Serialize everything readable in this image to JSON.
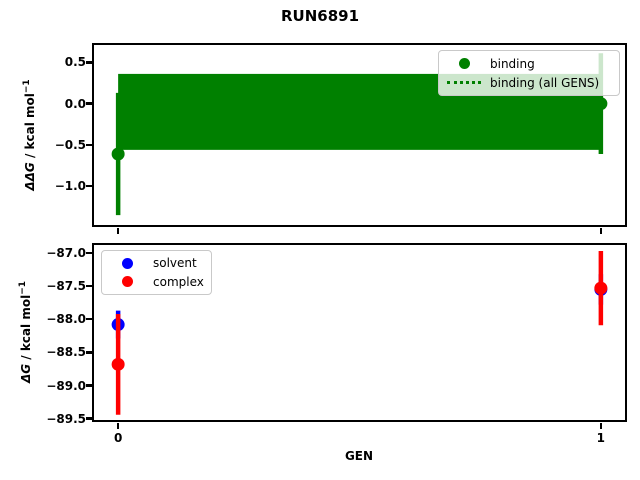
{
  "chart_data": {
    "title": "RUN6891",
    "type": "scatter",
    "subtype": "errorbar",
    "grid": false,
    "charts": [
      {
        "id": "binding-convergence",
        "ylabel": {
          "math": "ΔΔG",
          "rest": " / kcal mol",
          "sup": "−1"
        },
        "xlim": [
          -0.05,
          1.05
        ],
        "ylim": [
          -1.47,
          0.71
        ],
        "yticks": [
          {
            "v": 0.5,
            "label": "0.5"
          },
          {
            "v": 0.0,
            "label": "0.0"
          },
          {
            "v": -0.5,
            "label": "−0.5"
          },
          {
            "v": -1.0,
            "label": "−1.0"
          }
        ],
        "xticks": [
          {
            "v": 0,
            "label": ""
          },
          {
            "v": 1,
            "label": ""
          }
        ],
        "band": {
          "label": "binding (all GENS)",
          "color": "#008000",
          "x_from": 0,
          "x_to": 1,
          "mean": -0.1,
          "low": -0.56,
          "high": 0.36,
          "line_style": "dotted"
        },
        "series": [
          {
            "name": "binding",
            "color": "#008000",
            "points": [
              {
                "x": 0,
                "y": -0.61,
                "yerr": 0.74
              },
              {
                "x": 1,
                "y": 0.0,
                "yerr": 0.61
              }
            ]
          }
        ],
        "legend": {
          "position": "upper-right",
          "entries": [
            {
              "marker": "dot",
              "color": "#008000",
              "label": "binding"
            },
            {
              "marker": "dotted-line",
              "color": "#008000",
              "label": "binding (all GENS)"
            }
          ]
        }
      },
      {
        "id": "absolute-dg",
        "ylabel": {
          "math": "ΔG",
          "rest": " / kcal mol",
          "sup": "−1"
        },
        "xlabel": "GEN",
        "xlim": [
          -0.05,
          1.05
        ],
        "ylim": [
          -89.52,
          -86.88
        ],
        "yticks": [
          {
            "v": -87.0,
            "label": "−87.0"
          },
          {
            "v": -87.5,
            "label": "−87.5"
          },
          {
            "v": -88.0,
            "label": "−88.0"
          },
          {
            "v": -88.5,
            "label": "−88.5"
          },
          {
            "v": -89.0,
            "label": "−89.0"
          },
          {
            "v": -89.5,
            "label": "−89.5"
          }
        ],
        "xticks": [
          {
            "v": 0,
            "label": "0"
          },
          {
            "v": 1,
            "label": "1"
          }
        ],
        "series": [
          {
            "name": "solvent",
            "color": "#0000ff",
            "points": [
              {
                "x": 0,
                "y": -88.08,
                "yerr": 0.21
              },
              {
                "x": 1,
                "y": -87.55,
                "yerr": 0.23
              }
            ]
          },
          {
            "name": "complex",
            "color": "#ff0000",
            "points": [
              {
                "x": 0,
                "y": -88.68,
                "yerr": 0.76
              },
              {
                "x": 1,
                "y": -87.53,
                "yerr": 0.56
              }
            ]
          }
        ],
        "legend": {
          "position": "upper-left",
          "entries": [
            {
              "marker": "dot",
              "color": "#0000ff",
              "label": "solvent"
            },
            {
              "marker": "dot",
              "color": "#ff0000",
              "label": "complex"
            }
          ]
        }
      }
    ]
  }
}
